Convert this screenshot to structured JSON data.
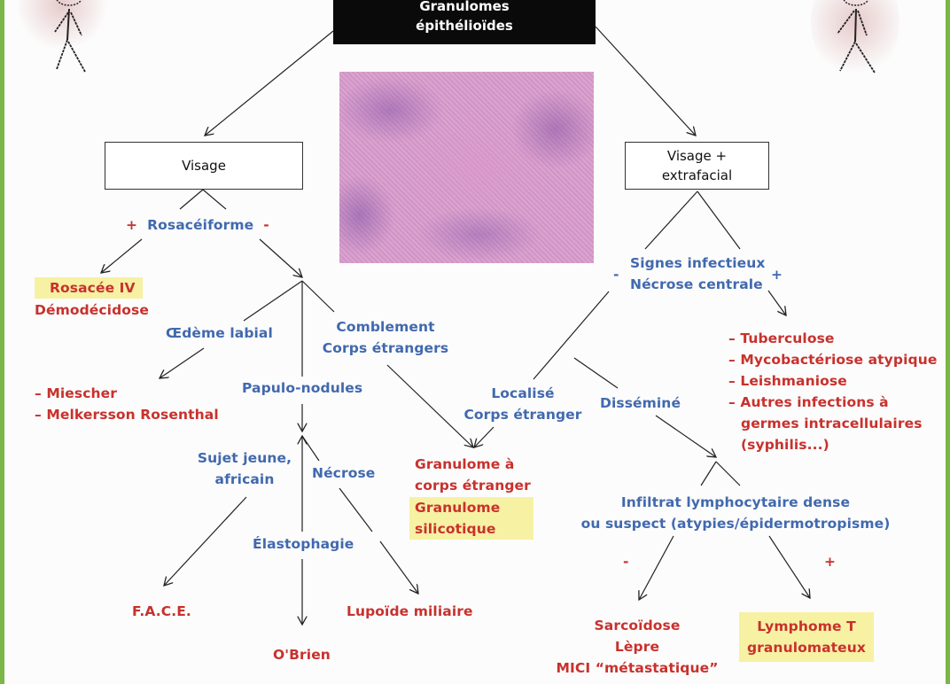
{
  "title": {
    "line1": "Granulomes",
    "line2": "épithélioïdes"
  },
  "image": {
    "alt": "histology-granuloma-micrograph"
  },
  "branches": {
    "visage": {
      "label": "Visage"
    },
    "extrafacial": {
      "line1": "Visage +",
      "line2": "extrafacial"
    }
  },
  "left": {
    "rosaceiforme": {
      "plus": "+",
      "label": "Rosacéiforme",
      "minus": "-"
    },
    "rosacee": {
      "line1": "Rosacée IV",
      "line2": "Démodécidose"
    },
    "oedeme": "Œdème labial",
    "miescher": {
      "line1": "– Miescher",
      "line2": "– Melkersson Rosenthal"
    },
    "comblement": {
      "line1": "Comblement",
      "line2": "Corps étrangers"
    },
    "papulo": "Papulo-nodules",
    "sujet": {
      "line1": "Sujet jeune,",
      "line2": "africain"
    },
    "necrose": "Nécrose",
    "elastophagie": "Élastophagie",
    "face": "F.A.C.E.",
    "obrien": "O'Brien",
    "lupoide": "Lupoïde miliaire"
  },
  "center": {
    "granulome": {
      "line1": "Granulome à",
      "line2": "corps étranger",
      "line3": "Granulome",
      "line4": "silicotique"
    }
  },
  "right": {
    "signes": {
      "minus": "-",
      "line1": "Signes infectieux",
      "line2": "Nécrose centrale",
      "plus": "+"
    },
    "infections": [
      "– Tuberculose",
      "– Mycobactériose atypique",
      "– Leishmaniose",
      "– Autres infections à",
      "germes intracellulaires",
      "(syphilis...)"
    ],
    "localise": {
      "line1": "Localisé",
      "line2": "Corps étranger"
    },
    "dissemine": "Disséminé",
    "infiltrat": {
      "line1": "Infiltrat lymphocytaire dense",
      "line2": "ou suspect (atypies/épidermotropisme)"
    },
    "minus": "-",
    "plus": "+",
    "sarcoidose": {
      "line1": "Sarcoïdose",
      "line2": "Lèpre",
      "line3": "MICI “métastatique”"
    },
    "lymphome": {
      "line1": "Lymphome T",
      "line2": "granulomateux"
    }
  },
  "colors": {
    "question": "#4169ae",
    "diagnosis": "#c8312d",
    "highlight": "#f7f1a3",
    "frame": "#7ab648"
  }
}
